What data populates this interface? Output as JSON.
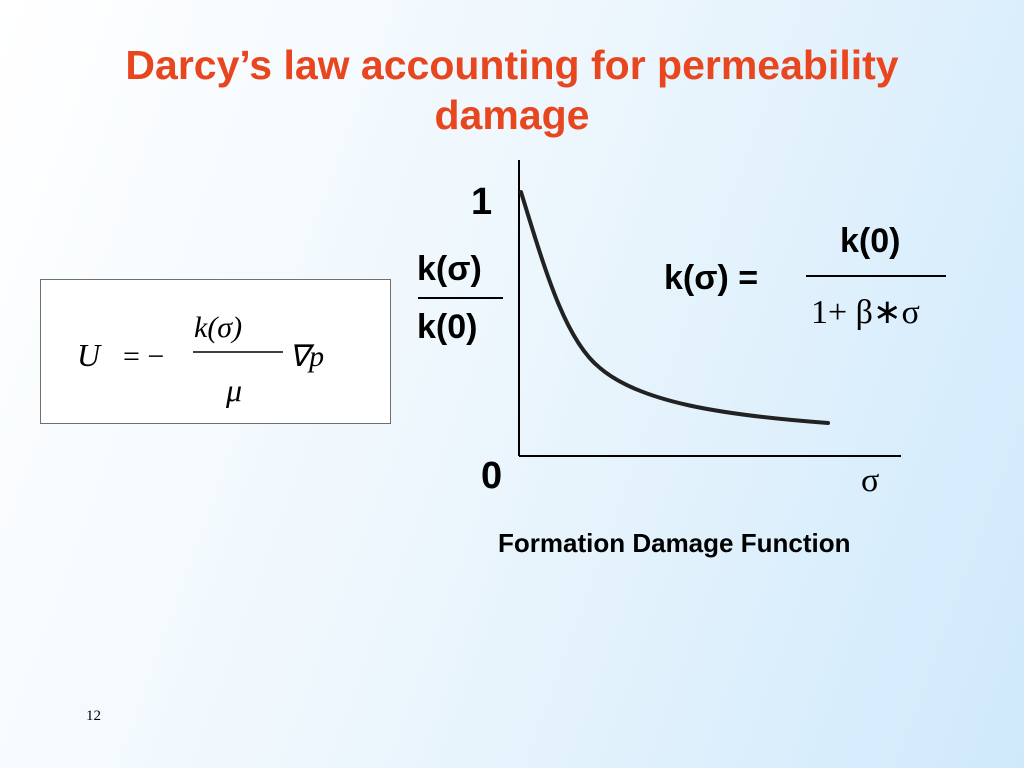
{
  "slide": {
    "title_line1": "Darcy’s law accounting for  permeability",
    "title_line2": "damage",
    "page_number": "12"
  },
  "equation_box": {
    "lhs": "U",
    "equals_minus": "= −",
    "numerator": "k(σ)",
    "denominator": "μ",
    "gradient": "∇p"
  },
  "graph": {
    "y_top_label": "1",
    "y_bottom_label": "0",
    "y_axis_ratio_numerator": "k(σ)",
    "y_axis_ratio_denominator": "k(0)",
    "x_axis_label": "σ",
    "caption": "Formation Damage Function"
  },
  "formula": {
    "lhs": "k(σ) =",
    "numerator": "k(0)",
    "denominator": "1+ β∗σ"
  },
  "colors": {
    "title": "#e8461e",
    "text": "#000000",
    "curve": "#222222"
  }
}
